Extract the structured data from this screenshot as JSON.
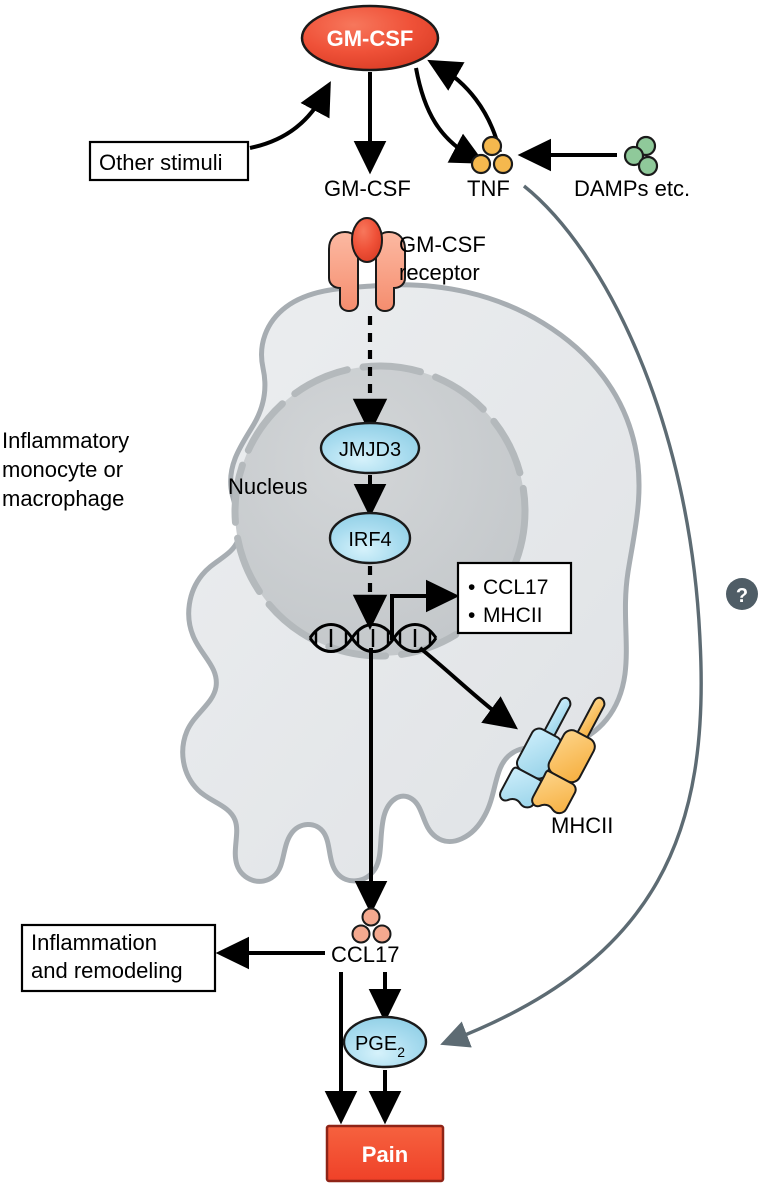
{
  "diagram": {
    "title": "GM-CSF driven inflammatory monocyte / macrophage pain pathway",
    "colors": {
      "gmcsf_fill": "#ef5138",
      "pain_fill": "#f4512f",
      "ellipse_blue": "#a9dcef",
      "tnf_circle": "#f5b84e",
      "damp_circle": "#8fc99a",
      "ccl17_circle": "#f4a98f",
      "receptor_body": "#f79f85",
      "receptor_ligand": "#ef5138",
      "cell_fill": "#e6e8ea",
      "cell_stroke": "#a7adb2",
      "nucleus_fill": "#c9ccce",
      "nucleus_ring": "#b4b9bc",
      "mhcii_orange": "#f9bd57",
      "mhcii_blue": "#a9dcef",
      "gray_curve": "#5d6b73",
      "question_badge": "#4f5d66"
    }
  },
  "nodes": {
    "gmcsf_top": "GM-CSF",
    "gmcsf_ligand_label": "GM-CSF",
    "gmcsf_receptor_label_line1": "GM-CSF",
    "gmcsf_receptor_label_line2": "receptor",
    "other_stimuli": "Other stimuli",
    "tnf": "TNF",
    "damps": "DAMPs etc.",
    "cell_label_line1": "Inflammatory",
    "cell_label_line2": "monocyte or",
    "cell_label_line3": "macrophage",
    "nucleus": "Nucleus",
    "jmjd3": "JMJD3",
    "irf4": "IRF4",
    "gene_box_item1": "CCL17",
    "gene_box_item2": "MHCII",
    "bullet": "•",
    "mhcii_protein": "MHCII",
    "ccl17": "CCL17",
    "inflammation_line1": "Inflammation",
    "inflammation_line2": "and remodeling",
    "pge2_main": "PGE",
    "pge2_sub": "2",
    "pain": "Pain",
    "question": "?"
  },
  "icons": {
    "tnf": "tnf-cytokine-icon",
    "damps": "damps-molecule-icon",
    "ccl17": "ccl17-chemokine-icon",
    "receptor": "gm-csf-receptor-icon",
    "dna": "dna-helix-icon",
    "mhcii": "mhcii-protein-icon",
    "question": "question-badge-icon"
  }
}
